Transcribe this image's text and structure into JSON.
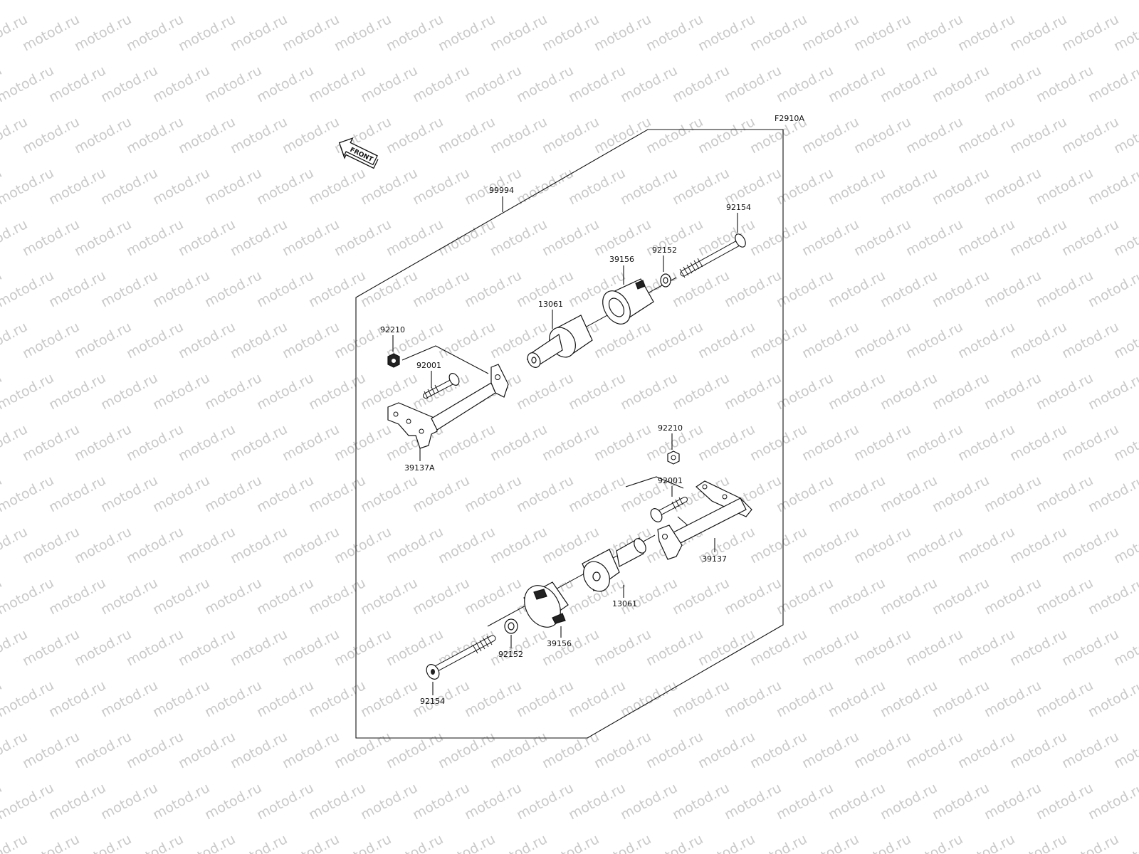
{
  "diagram": {
    "figure_code": "F2910A",
    "front_label": "FRONT",
    "watermark_text": "motod.ru",
    "assembly_number": "99994",
    "callouts": {
      "top_bolt": "92154",
      "top_washer": "92152",
      "top_cap": "39156",
      "top_slider": "13061",
      "top_nut": "92210",
      "top_flange_bolt": "92001",
      "top_bracket": "39137A",
      "bottom_nut": "92210",
      "bottom_flange_bolt": "92001",
      "bottom_bracket": "39137",
      "bottom_slider": "13061",
      "bottom_cap": "39156",
      "bottom_washer": "92152",
      "bottom_bolt": "92154"
    }
  }
}
